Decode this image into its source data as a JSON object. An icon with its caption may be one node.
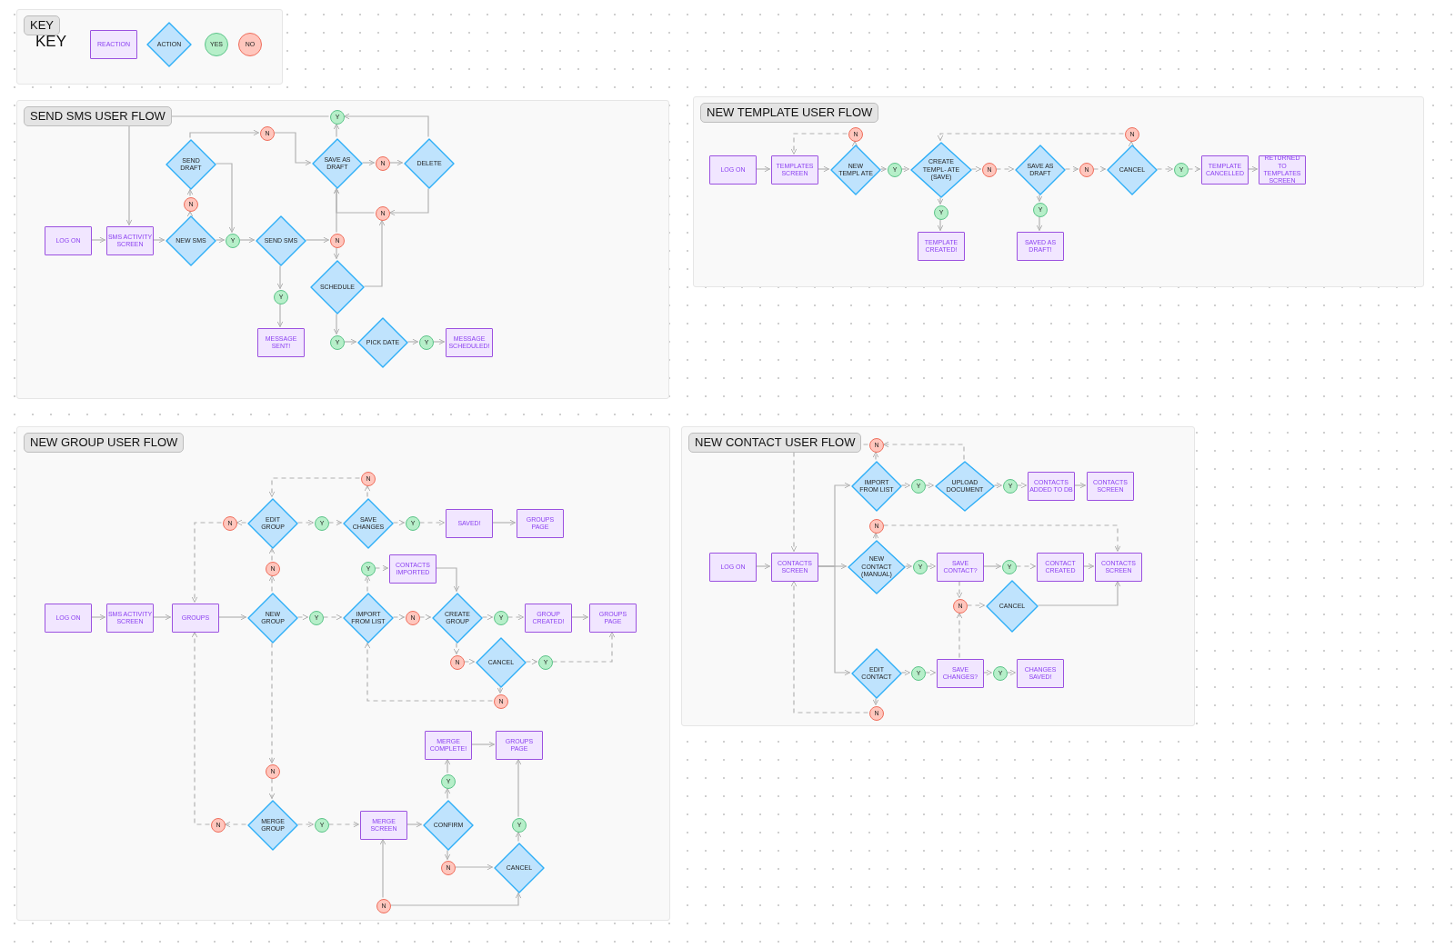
{
  "diagram": {
    "nodes": [
      {
        "text": [
          "KEY",
          "KEY"
        ]
      },
      {
        "text": [
          "REACTION"
        ],
        "in": 0
      },
      {
        "text": [
          "ACTION"
        ],
        "in": 0
      },
      {
        "text": [
          "YES"
        ],
        "in": 0
      },
      {
        "text": [
          "NO"
        ],
        "in": 0
      },
      {
        "text": [
          "SEND SMS USER FLOW"
        ]
      },
      {
        "text": [
          "LOG ON"
        ],
        "in": 5
      },
      {
        "text": [
          "SMS ACTIVITY SCREEN"
        ],
        "in": 5
      },
      {
        "text": [
          "NEW SMS"
        ],
        "in": 5
      },
      {
        "text": [
          "N"
        ],
        "in": 5
      },
      {
        "text": [
          "SEND DRAFT"
        ],
        "in": 5
      },
      {
        "text": [
          "N"
        ],
        "in": 5
      },
      {
        "text": [
          "Y"
        ],
        "in": 5
      },
      {
        "text": [
          "SEND SMS"
        ],
        "in": 5
      },
      {
        "text": [
          "Y"
        ],
        "in": 5
      },
      {
        "text": [
          "MESSAGE SENT!"
        ],
        "in": 5
      },
      {
        "text": [
          "N"
        ],
        "in": 5
      },
      {
        "text": [
          "SAVE AS DRAFT"
        ],
        "in": 5
      },
      {
        "text": [
          "Y"
        ],
        "in": 5
      },
      {
        "text": [
          "N"
        ],
        "in": 5
      },
      {
        "text": [
          "DELETE"
        ],
        "in": 5
      },
      {
        "text": [
          "N"
        ],
        "in": 5
      },
      {
        "text": [
          "SCHEDULE"
        ],
        "in": 5
      },
      {
        "text": [
          "Y"
        ],
        "in": 5
      },
      {
        "text": [
          "PICK DATE"
        ],
        "in": 5
      },
      {
        "text": [
          "Y"
        ],
        "in": 5
      },
      {
        "text": [
          "MESSAGE SCHEDULED!"
        ],
        "in": 5
      },
      {
        "text": [
          "NEW TEMPLATE USER FLOW"
        ]
      },
      {
        "text": [
          "LOG ON"
        ],
        "in": 27
      },
      {
        "text": [
          "TEMPLATES SCREEN"
        ],
        "in": 27
      },
      {
        "text": [
          "NEW TEMPL ATE"
        ],
        "in": 27
      },
      {
        "text": [
          "N"
        ],
        "in": 27
      },
      {
        "text": [
          "Y"
        ],
        "in": 27
      },
      {
        "text": [
          "CREATE TEMPL- ATE (SAVE)"
        ],
        "in": 27
      },
      {
        "text": [
          "Y"
        ],
        "in": 27
      },
      {
        "text": [
          "TEMPLATE CREATED!"
        ],
        "in": 27
      },
      {
        "text": [
          "N"
        ],
        "in": 27
      },
      {
        "text": [
          "SAVE AS DRAFT"
        ],
        "in": 27
      },
      {
        "text": [
          "Y"
        ],
        "in": 27
      },
      {
        "text": [
          "SAVED AS DRAFT!"
        ],
        "in": 27
      },
      {
        "text": [
          "N"
        ],
        "in": 27
      },
      {
        "text": [
          "CANCEL"
        ],
        "in": 27
      },
      {
        "text": [
          "N"
        ],
        "in": 27
      },
      {
        "text": [
          "Y"
        ],
        "in": 27
      },
      {
        "text": [
          "TEMPLATE CANCELLED"
        ],
        "in": 27
      },
      {
        "text": [
          "RETURNED TO TEMPLATES SCREEN"
        ],
        "in": 27
      },
      {
        "text": [
          "NEW GROUP USER FLOW"
        ]
      },
      {
        "text": [
          "LOG ON"
        ],
        "in": 46
      },
      {
        "text": [
          "SMS ACTIVITY SCREEN"
        ],
        "in": 46
      },
      {
        "text": [
          "GROUPS"
        ],
        "in": 46
      },
      {
        "text": [
          "NEW GROUP"
        ],
        "in": 46
      },
      {
        "text": [
          "N"
        ],
        "in": 46
      },
      {
        "text": [
          "EDIT GROUP"
        ],
        "in": 46
      },
      {
        "text": [
          "N"
        ],
        "in": 46
      },
      {
        "text": [
          "Y"
        ],
        "in": 46
      },
      {
        "text": [
          "SAVE CHANGES"
        ],
        "in": 46
      },
      {
        "text": [
          "N"
        ],
        "in": 46
      },
      {
        "text": [
          "Y"
        ],
        "in": 46
      },
      {
        "text": [
          "SAVED!"
        ],
        "in": 46
      },
      {
        "text": [
          "GROUPS PAGE"
        ],
        "in": 46
      },
      {
        "text": [
          "Y"
        ],
        "in": 46
      },
      {
        "text": [
          "IMPORT FROM LIST"
        ],
        "in": 46
      },
      {
        "text": [
          "Y"
        ],
        "in": 46
      },
      {
        "text": [
          "CONTACTS IMPORTED"
        ],
        "in": 46
      },
      {
        "text": [
          "N"
        ],
        "in": 46
      },
      {
        "text": [
          "CREATE GROUP"
        ],
        "in": 46
      },
      {
        "text": [
          "Y"
        ],
        "in": 46
      },
      {
        "text": [
          "GROUP CREATED!"
        ],
        "in": 46
      },
      {
        "text": [
          "GROUPS PAGE"
        ],
        "in": 46
      },
      {
        "text": [
          "N"
        ],
        "in": 46
      },
      {
        "text": [
          "CANCEL"
        ],
        "in": 46
      },
      {
        "text": [
          "Y"
        ],
        "in": 46
      },
      {
        "text": [
          "N"
        ],
        "in": 46
      },
      {
        "text": [
          "N"
        ],
        "in": 46
      },
      {
        "text": [
          "MERGE GROUP"
        ],
        "in": 46
      },
      {
        "text": [
          "N"
        ],
        "in": 46
      },
      {
        "text": [
          "Y"
        ],
        "in": 46
      },
      {
        "text": [
          "MERGE SCREEN"
        ],
        "in": 46
      },
      {
        "text": [
          "CONFIRM"
        ],
        "in": 46
      },
      {
        "text": [
          "Y"
        ],
        "in": 46
      },
      {
        "text": [
          "MERGE COMPLETE!"
        ],
        "in": 46
      },
      {
        "text": [
          "GROUPS PAGE"
        ],
        "in": 46
      },
      {
        "text": [
          "N"
        ],
        "in": 46
      },
      {
        "text": [
          "CANCEL"
        ],
        "in": 46
      },
      {
        "text": [
          "Y"
        ],
        "in": 46
      },
      {
        "text": [
          "N"
        ],
        "in": 46
      },
      {
        "text": [
          "NEW CONTACT USER FLOW"
        ]
      },
      {
        "text": [
          "LOG ON"
        ],
        "in": 86
      },
      {
        "text": [
          "CONTACTS SCREEN"
        ],
        "in": 86
      },
      {
        "text": [
          "IMPORT FROM LIST"
        ],
        "in": 86
      },
      {
        "text": [
          "N"
        ],
        "in": 86
      },
      {
        "text": [
          "Y"
        ],
        "in": 86
      },
      {
        "text": [
          "UPLOAD DOCUMENT"
        ],
        "in": 86
      },
      {
        "text": [
          "Y"
        ],
        "in": 86
      },
      {
        "text": [
          "CONTACTS ADDED TO DB"
        ],
        "in": 86
      },
      {
        "text": [
          "CONTACTS SCREEN"
        ],
        "in": 86
      },
      {
        "text": [
          "N"
        ],
        "in": 86
      },
      {
        "text": [
          "NEW CONTACT (MANUAL)"
        ],
        "in": 86
      },
      {
        "text": [
          "Y"
        ],
        "in": 86
      },
      {
        "text": [
          "SAVE CONTACT?"
        ],
        "in": 86
      },
      {
        "text": [
          "Y"
        ],
        "in": 86
      },
      {
        "text": [
          "CONTACT CREATED"
        ],
        "in": 86
      },
      {
        "text": [
          "CONTACTS SCREEN"
        ],
        "in": 86
      },
      {
        "text": [
          "N"
        ],
        "in": 86
      },
      {
        "text": [
          "CANCEL"
        ],
        "in": 86
      },
      {
        "text": [
          "EDIT CONTACT"
        ],
        "in": 86
      },
      {
        "text": [
          "Y"
        ],
        "in": 86
      },
      {
        "text": [
          "SAVE CHANGES?"
        ],
        "in": 86
      },
      {
        "text": [
          "Y"
        ],
        "in": 86
      },
      {
        "text": [
          "CHANGES SAVED!"
        ],
        "in": 86
      },
      {
        "text": [
          "N"
        ],
        "in": 86
      }
    ],
    "edges": [
      {
        "from": 6,
        "to": 7,
        "arrow": "to"
      },
      {
        "from": 7,
        "to": 8,
        "arrow": "to"
      },
      {
        "from": 8,
        "to": 12,
        "arrow": "to"
      },
      {
        "from": 12,
        "to": 13,
        "arrow": "to"
      },
      {
        "from": 8,
        "to": 9,
        "arrow": "to"
      },
      {
        "from": 9,
        "to": 10,
        "arrow": "to"
      },
      {
        "from": 10,
        "to": 12,
        "arrow": "to"
      },
      {
        "from": 10,
        "to": 11,
        "arrow": "to"
      },
      {
        "from": 11,
        "to": 17,
        "arrow": "to"
      },
      {
        "from": 13,
        "to": 16,
        "arrow": "to"
      },
      {
        "from": 13,
        "to": 14,
        "arrow": "to"
      },
      {
        "from": 14,
        "to": 15,
        "arrow": "to"
      },
      {
        "from": 16,
        "to": 22,
        "arrow": "to"
      },
      {
        "from": 16,
        "to": 17,
        "arrow": "to"
      },
      {
        "from": 21,
        "to": 17,
        "arrow": "to"
      },
      {
        "from": 17,
        "to": 18,
        "arrow": "to"
      },
      {
        "from": 18,
        "to": 7,
        "arrow": "to"
      },
      {
        "from": 20,
        "to": 18,
        "arrow": "to"
      },
      {
        "from": 17,
        "to": 19,
        "arrow": "to"
      },
      {
        "from": 19,
        "to": 20,
        "arrow": "to"
      },
      {
        "from": 20,
        "to": 21,
        "arrow": "to"
      },
      {
        "from": 22,
        "to": 21,
        "arrow": "to"
      },
      {
        "from": 22,
        "to": 23,
        "arrow": "to"
      },
      {
        "from": 23,
        "to": 24,
        "arrow": "to"
      },
      {
        "from": 24,
        "to": 25,
        "arrow": "to"
      },
      {
        "from": 25,
        "to": 26,
        "arrow": "to"
      },
      {
        "from": 28,
        "to": 29,
        "arrow": "to"
      },
      {
        "from": 29,
        "to": 30,
        "arrow": "to"
      },
      {
        "from": 30,
        "to": 31,
        "arrow": "to",
        "style": "dashed"
      },
      {
        "from": 31,
        "to": 29,
        "arrow": "to",
        "style": "dashed"
      },
      {
        "from": 30,
        "to": 32,
        "arrow": "to",
        "style": "dashed"
      },
      {
        "from": 32,
        "to": 33,
        "arrow": "to",
        "style": "dashed"
      },
      {
        "from": 33,
        "to": 34,
        "arrow": "to"
      },
      {
        "from": 34,
        "to": 35,
        "arrow": "to"
      },
      {
        "from": 33,
        "to": 36,
        "arrow": "to",
        "style": "dashed"
      },
      {
        "from": 36,
        "to": 37,
        "arrow": "to",
        "style": "dashed"
      },
      {
        "from": 37,
        "to": 38,
        "arrow": "to"
      },
      {
        "from": 38,
        "to": 39,
        "arrow": "to"
      },
      {
        "from": 37,
        "to": 40,
        "arrow": "to",
        "style": "dashed"
      },
      {
        "from": 40,
        "to": 41,
        "arrow": "to",
        "style": "dashed"
      },
      {
        "from": 41,
        "to": 42,
        "arrow": "to",
        "style": "dashed"
      },
      {
        "from": 42,
        "to": 33,
        "arrow": "to",
        "style": "dashed"
      },
      {
        "from": 41,
        "to": 43,
        "arrow": "to",
        "style": "dashed"
      },
      {
        "from": 43,
        "to": 44,
        "arrow": "to",
        "style": "dashed"
      },
      {
        "from": 44,
        "to": 45,
        "arrow": "to"
      },
      {
        "from": 47,
        "to": 48,
        "arrow": "to"
      },
      {
        "from": 48,
        "to": 49,
        "arrow": "to"
      },
      {
        "from": 49,
        "to": 50,
        "arrow": "to"
      },
      {
        "from": 50,
        "to": 60,
        "arrow": "to",
        "style": "dashed"
      },
      {
        "from": 60,
        "to": 61,
        "arrow": "to",
        "style": "dashed"
      },
      {
        "from": 61,
        "to": 64,
        "arrow": "to",
        "style": "dashed"
      },
      {
        "from": 64,
        "to": 65,
        "arrow": "to",
        "style": "dashed"
      },
      {
        "from": 65,
        "to": 66,
        "arrow": "to",
        "style": "dashed"
      },
      {
        "from": 66,
        "to": 67,
        "arrow": "to",
        "style": "dashed"
      },
      {
        "from": 67,
        "to": 68,
        "arrow": "to"
      },
      {
        "from": 50,
        "to": 51,
        "arrow": "to",
        "style": "dashed"
      },
      {
        "from": 51,
        "to": 52,
        "arrow": "to",
        "style": "dashed"
      },
      {
        "from": 52,
        "to": 53,
        "arrow": "to",
        "style": "dashed"
      },
      {
        "from": 53,
        "to": 49,
        "arrow": "to",
        "style": "dashed"
      },
      {
        "from": 52,
        "to": 54,
        "arrow": "to",
        "style": "dashed"
      },
      {
        "from": 54,
        "to": 55,
        "arrow": "to",
        "style": "dashed"
      },
      {
        "from": 55,
        "to": 56,
        "arrow": "to",
        "style": "dashed"
      },
      {
        "from": 56,
        "to": 52,
        "arrow": "to",
        "style": "dashed"
      },
      {
        "from": 55,
        "to": 57,
        "arrow": "to",
        "style": "dashed"
      },
      {
        "from": 57,
        "to": 58,
        "arrow": "to",
        "style": "dashed"
      },
      {
        "from": 58,
        "to": 59,
        "arrow": "to"
      },
      {
        "from": 61,
        "to": 62,
        "arrow": "to",
        "style": "dashed"
      },
      {
        "from": 62,
        "to": 63,
        "arrow": "to",
        "style": "dashed"
      },
      {
        "from": 63,
        "to": 65,
        "arrow": "to"
      },
      {
        "from": 65,
        "to": 69,
        "arrow": "to",
        "style": "dashed"
      },
      {
        "from": 69,
        "to": 70,
        "arrow": "to",
        "style": "dashed"
      },
      {
        "from": 70,
        "to": 71,
        "arrow": "to",
        "style": "dashed"
      },
      {
        "from": 71,
        "to": 68,
        "arrow": "to",
        "style": "dashed"
      },
      {
        "from": 70,
        "to": 72,
        "arrow": "to",
        "style": "dashed"
      },
      {
        "from": 72,
        "to": 61,
        "arrow": "to",
        "style": "dashed"
      },
      {
        "from": 50,
        "to": 73,
        "arrow": "to",
        "style": "dashed"
      },
      {
        "from": 73,
        "to": 74,
        "arrow": "to",
        "style": "dashed"
      },
      {
        "from": 74,
        "to": 75,
        "arrow": "to",
        "style": "dashed"
      },
      {
        "from": 75,
        "to": 49,
        "arrow": "to",
        "style": "dashed"
      },
      {
        "from": 74,
        "to": 76,
        "arrow": "to",
        "style": "dashed"
      },
      {
        "from": 76,
        "to": 77,
        "arrow": "to",
        "style": "dashed"
      },
      {
        "from": 77,
        "to": 78,
        "arrow": "to"
      },
      {
        "from": 78,
        "to": 79,
        "arrow": "to"
      },
      {
        "from": 79,
        "to": 80,
        "arrow": "to"
      },
      {
        "from": 80,
        "to": 81,
        "arrow": "to"
      },
      {
        "from": 78,
        "to": 82,
        "arrow": "to"
      },
      {
        "from": 82,
        "to": 83,
        "arrow": "to"
      },
      {
        "from": 83,
        "to": 84,
        "arrow": "to"
      },
      {
        "from": 84,
        "to": 81,
        "arrow": "to"
      },
      {
        "from": 85,
        "to": 77,
        "arrow": "to"
      },
      {
        "from": 85,
        "to": 83,
        "arrow": "to"
      },
      {
        "from": 87,
        "to": 88,
        "arrow": "to"
      },
      {
        "from": 88,
        "to": 89,
        "arrow": "to"
      },
      {
        "from": 88,
        "to": 97,
        "arrow": "to"
      },
      {
        "from": 88,
        "to": 105,
        "arrow": "to"
      },
      {
        "from": 89,
        "to": 90,
        "arrow": "to",
        "style": "dashed"
      },
      {
        "from": 90,
        "to": 88,
        "arrow": "to",
        "style": "dashed"
      },
      {
        "from": 92,
        "to": 90,
        "arrow": "to",
        "style": "dashed"
      },
      {
        "from": 89,
        "to": 91,
        "arrow": "to",
        "style": "dashed"
      },
      {
        "from": 91,
        "to": 92,
        "arrow": "to",
        "style": "dashed"
      },
      {
        "from": 92,
        "to": 93,
        "arrow": "to",
        "style": "dashed"
      },
      {
        "from": 93,
        "to": 94,
        "arrow": "to",
        "style": "dashed"
      },
      {
        "from": 94,
        "to": 95,
        "arrow": "to"
      },
      {
        "from": 97,
        "to": 96,
        "arrow": "to",
        "style": "dashed"
      },
      {
        "from": 96,
        "to": 102,
        "arrow": "to",
        "style": "dashed"
      },
      {
        "from": 97,
        "to": 98,
        "arrow": "to",
        "style": "dashed"
      },
      {
        "from": 98,
        "to": 99,
        "arrow": "to",
        "style": "dashed"
      },
      {
        "from": 99,
        "to": 100,
        "arrow": "to"
      },
      {
        "from": 100,
        "to": 101,
        "arrow": "to",
        "style": "dashed"
      },
      {
        "from": 101,
        "to": 102,
        "arrow": "to"
      },
      {
        "from": 99,
        "to": 103,
        "arrow": "to",
        "style": "dashed"
      },
      {
        "from": 103,
        "to": 104,
        "arrow": "to",
        "style": "dashed"
      },
      {
        "from": 104,
        "to": 102,
        "arrow": "to"
      },
      {
        "from": 107,
        "to": 103,
        "arrow": "to",
        "style": "dashed"
      },
      {
        "from": 105,
        "to": 106,
        "arrow": "to",
        "style": "dashed"
      },
      {
        "from": 106,
        "to": 107,
        "arrow": "to",
        "style": "dashed"
      },
      {
        "from": 107,
        "to": 108,
        "arrow": "to",
        "style": "dashed"
      },
      {
        "from": 108,
        "to": 109,
        "arrow": "to",
        "style": "dashed"
      },
      {
        "from": 105,
        "to": 110,
        "arrow": "to",
        "style": "dashed"
      },
      {
        "from": 110,
        "to": 88,
        "arrow": "to",
        "style": "dashed"
      }
    ]
  }
}
